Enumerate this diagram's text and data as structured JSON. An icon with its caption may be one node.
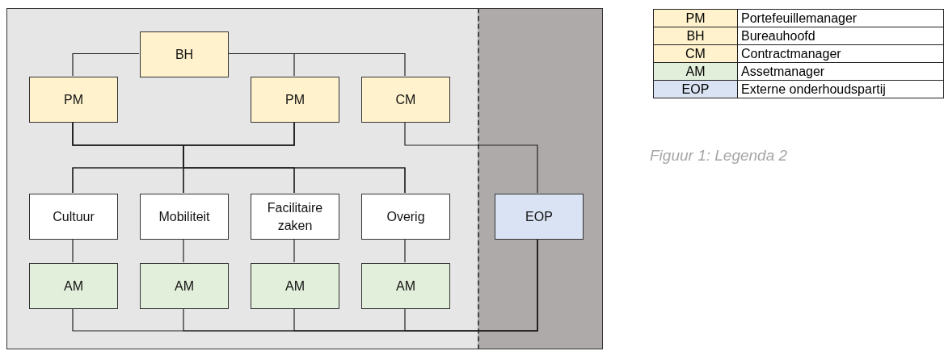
{
  "diagram": {
    "caption": "Figuur 1: Legenda 2",
    "nodes": [
      {
        "text": [],
        "shape": "box"
      },
      {
        "text": [],
        "shape": "box"
      },
      {
        "text": [
          "BH"
        ],
        "in": 0
      },
      {
        "text": [
          "PM"
        ],
        "in": 0
      },
      {
        "text": [
          "PM"
        ],
        "in": 0
      },
      {
        "text": [
          "CM"
        ],
        "in": 0
      },
      {
        "text": [
          "Cultuur"
        ],
        "in": 0
      },
      {
        "text": [
          "Mobiliteit"
        ],
        "in": 0
      },
      {
        "text": [
          "Facilitaire zaken"
        ],
        "in": 0
      },
      {
        "text": [
          "Overig"
        ],
        "in": 0
      },
      {
        "text": [
          "EOP"
        ],
        "in": 1
      },
      {
        "text": [
          "AM"
        ],
        "in": 0
      },
      {
        "text": [
          "AM"
        ],
        "in": 0
      },
      {
        "text": [
          "AM"
        ],
        "in": 0
      },
      {
        "text": [
          "AM"
        ],
        "in": 0
      }
    ],
    "edges": [
      {
        "from": 2,
        "to": 3,
        "arrow": "none"
      },
      {
        "from": 2,
        "to": 4,
        "arrow": "none"
      },
      {
        "from": 2,
        "to": 5,
        "arrow": "none"
      },
      {
        "from": 3,
        "to": 6,
        "arrow": "none"
      },
      {
        "from": 3,
        "to": 7,
        "arrow": "none"
      },
      {
        "from": 3,
        "to": 8,
        "arrow": "none"
      },
      {
        "from": 3,
        "to": 9,
        "arrow": "none"
      },
      {
        "from": 4,
        "to": 6,
        "arrow": "none"
      },
      {
        "from": 4,
        "to": 7,
        "arrow": "none"
      },
      {
        "from": 4,
        "to": 8,
        "arrow": "none"
      },
      {
        "from": 4,
        "to": 9,
        "arrow": "none"
      },
      {
        "from": 5,
        "to": 10,
        "arrow": "none"
      },
      {
        "from": 6,
        "to": 11,
        "arrow": "none"
      },
      {
        "from": 7,
        "to": 12,
        "arrow": "none"
      },
      {
        "from": 8,
        "to": 13,
        "arrow": "none"
      },
      {
        "from": 9,
        "to": 14,
        "arrow": "none"
      },
      {
        "from": 11,
        "to": 10,
        "arrow": "none"
      },
      {
        "from": 12,
        "to": 10,
        "arrow": "none"
      },
      {
        "from": 13,
        "to": 10,
        "arrow": "none"
      },
      {
        "from": 14,
        "to": 10,
        "arrow": "none"
      }
    ],
    "labels": [
      "PM",
      "BH",
      "CM",
      "AM",
      "EOP"
    ],
    "legend": [
      {
        "text": "Portefeuillemanager",
        "color": "#fff2cc"
      },
      {
        "text": "Bureauhoofd",
        "color": "#fff2cc"
      },
      {
        "text": "Contractmanager",
        "color": "#fff2cc"
      },
      {
        "text": "Assetmanager",
        "color": "#e2efda"
      },
      {
        "text": "Externe onderhoudspartij",
        "color": "#dae3f3"
      }
    ]
  }
}
